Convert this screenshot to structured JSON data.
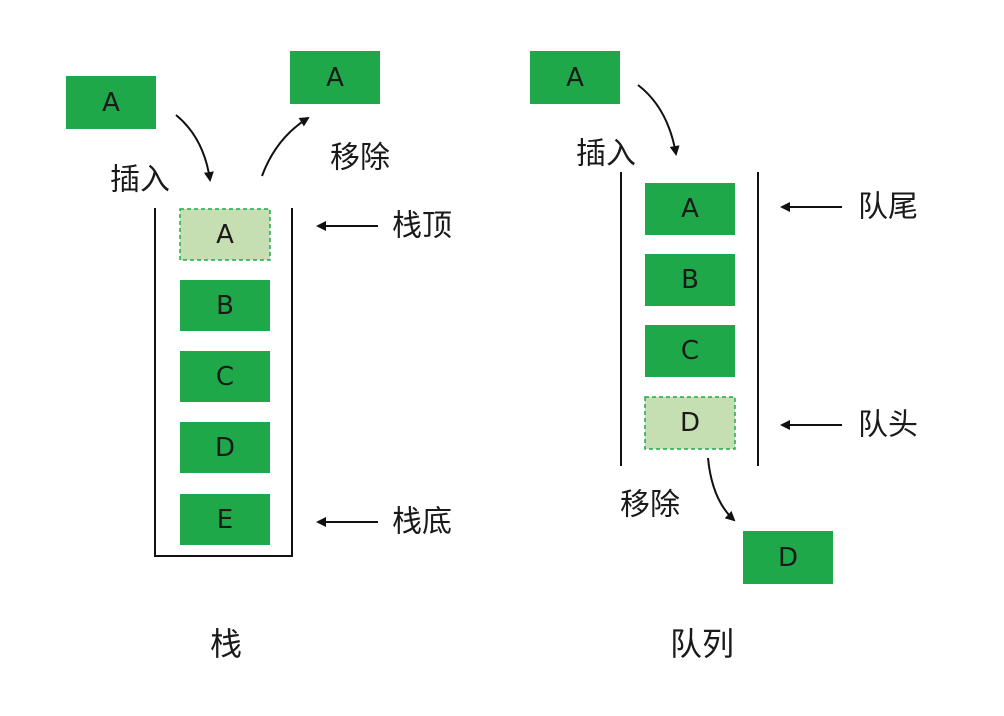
{
  "colors": {
    "box_fill": "#1fa84a",
    "box_highlight_fill": "#c5dfb3",
    "box_highlight_border": "#22a84a",
    "line": "#111111"
  },
  "stack": {
    "title": "栈",
    "insert_box": "A",
    "insert_label": "插入",
    "remove_box": "A",
    "remove_label": "移除",
    "items": [
      "A",
      "B",
      "C",
      "D",
      "E"
    ],
    "top_label": "栈顶",
    "bottom_label": "栈底"
  },
  "queue": {
    "title": "队列",
    "insert_box": "A",
    "insert_label": "插入",
    "remove_box": "D",
    "remove_label": "移除",
    "items": [
      "A",
      "B",
      "C",
      "D"
    ],
    "tail_label": "队尾",
    "head_label": "队头"
  }
}
